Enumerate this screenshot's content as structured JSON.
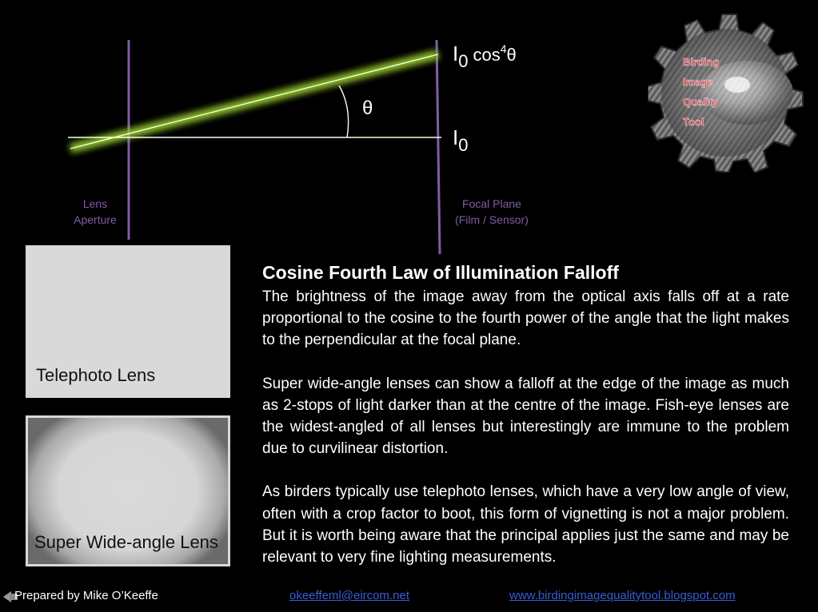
{
  "diagram": {
    "theta_symbol": "θ",
    "top_ray_label": {
      "base": "I",
      "sub": "0",
      "func": "cos",
      "power": "4",
      "angle": "θ"
    },
    "axis_ray_label": {
      "base": "I",
      "sub": "0"
    },
    "lens_label_line1": "Lens",
    "lens_label_line2": "Aperture",
    "focal_label_line1": "Focal Plane",
    "focal_label_line2": "(Film / Sensor)",
    "colors": {
      "lens_line": "#7e5ea6",
      "ray_glow": "#9bd12f",
      "label": "#7e5ea6"
    }
  },
  "logo": {
    "words": [
      "Birding",
      "Image",
      "Quality",
      "Tool"
    ]
  },
  "panels": {
    "telephoto_label": "Telephoto Lens",
    "wide_label": "Super Wide-angle Lens"
  },
  "article": {
    "title": "Cosine Fourth Law of Illumination Falloff",
    "para1": "The brightness of the image away from the optical axis falls off at a rate proportional to the cosine to the fourth power of the angle that the light makes to the perpendicular at the focal plane.",
    "para2": "Super wide-angle lenses can show a falloff at the edge of the image as much as 2-stops of light darker than at the centre of the image.  Fish-eye lenses are the widest-angled of all lenses but interestingly are immune to the problem due to curvilinear distortion.",
    "para3": "As birders typically use telephoto lenses, which have a very low angle of view, often with a crop factor to boot, this form of vignetting is not a major problem.  But it is worth being aware that the principal applies just the same and may be relevant to very fine lighting measurements."
  },
  "footer": {
    "prepared_by": "Prepared by Mike O’Keeffe",
    "email": "okeeffeml@eircom.net",
    "website": "www.birdingimagequalitytool.blogspot.com"
  }
}
